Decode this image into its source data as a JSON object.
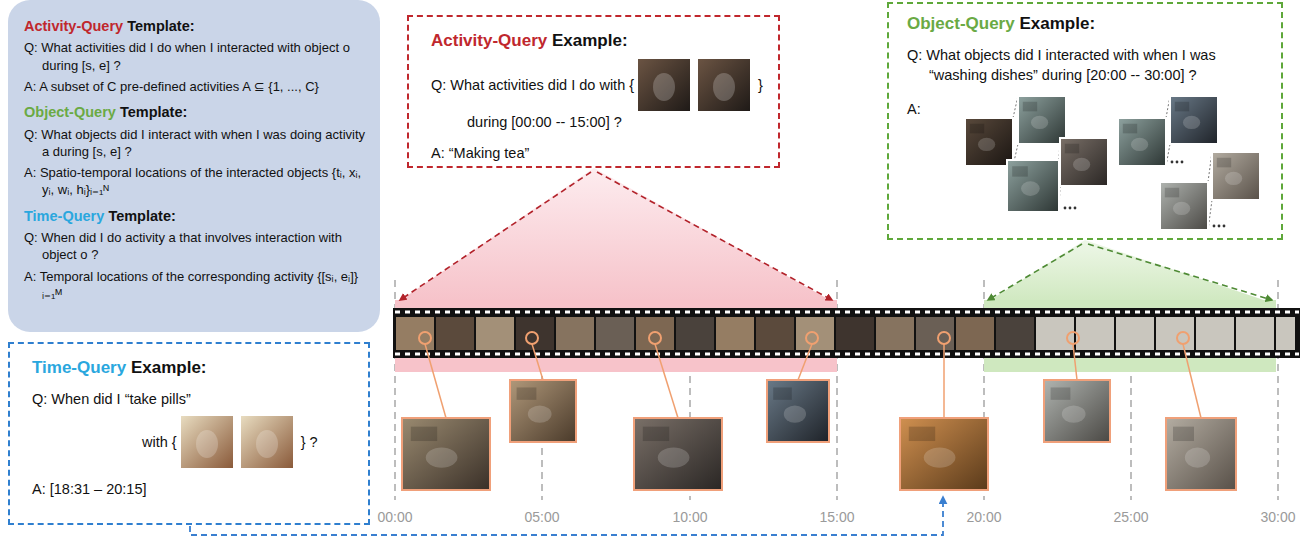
{
  "diagram": {
    "nodes": [
      {
        "text": [
          "Activity-Query",
          "Template:",
          "Q: What activities did I do when I interacted with object o during [s, e] ?",
          "A: A subset of C pre-defined activities A ⊆ {1, ..., C}",
          "Object-Query",
          "Template:",
          "Q: What objects did I interact with when I was doing activity a during [s, e] ?",
          "A: Spatio-temporal locations of the interacted objects {tᵢ, xᵢ, yᵢ, wᵢ, hᵢ}ᵢ₌₁ᴺ",
          "Time-Query",
          "Template:",
          "Q: When did I do activity a that involves interaction with object o ?",
          "A: Temporal locations of the corresponding activity {[sᵢ, eᵢ]}ᵢ₌₁ᴹ"
        ]
      },
      {
        "text": [
          "Activity-Query",
          "Example:",
          "Q: What activities did I do with {",
          "}",
          "during [00:00 -- 15:00] ?",
          "A: “Making tea”"
        ]
      },
      {
        "text": [
          "Object-Query",
          "Example:",
          "Q: What objects did I interacted with when I was “washing dishes” during [20:00 -- 30:00] ?",
          "A:"
        ]
      },
      {
        "text": [
          "Time-Query",
          "Example:",
          "Q: When did I “take pills”",
          "with {",
          "} ?",
          "A: [18:31 – 20:15]"
        ]
      }
    ],
    "labels": [
      "00:00",
      "05:00",
      "10:00",
      "15:00",
      "20:00",
      "25:00",
      "30:00"
    ]
  }
}
